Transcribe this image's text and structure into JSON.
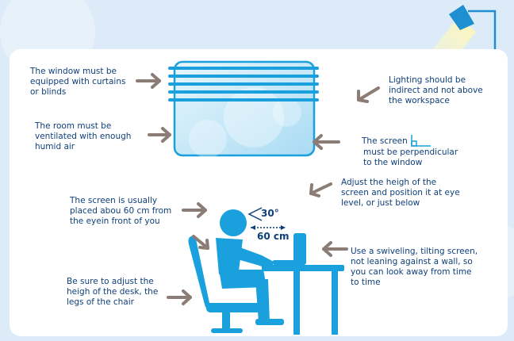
{
  "notes": {
    "window_blinds": "The window must be\nequipped with curtains\nor blinds",
    "ventilation": "The room must be\nventilated with enough\nhumid air",
    "lighting": "Lighting should be\nindirect and not above\nthe workspace",
    "screen_perpendicular_1": "The screen",
    "screen_perpendicular_2": "must be perpendicular\nto the window",
    "screen_height": "Adjust the heigh of the\nscreen and position it at eye\nlevel, or just below",
    "screen_distance": "The screen is usually\nplaced abou 60 cm from\nthe eyein front of you",
    "swivel_screen": "Use a swiveling, tilting screen,\nnot leaning against a wall, so\nyou can look away from time\nto time",
    "desk_chair": "Be sure to adjust the\nheigh of the desk, the\nlegs of the chair"
  },
  "figure_labels": {
    "angle": "30°",
    "distance": "60 cm"
  },
  "colors": {
    "primary_blue": "#1aa0dc",
    "text": "#0f3f7a",
    "arrow": "#8b7d75",
    "panel": "#ffffff",
    "background": "#dcebf7",
    "lamp": "#1e8fd0"
  }
}
